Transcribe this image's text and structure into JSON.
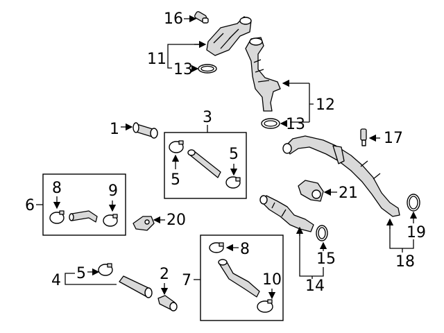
{
  "diagram": {
    "callouts": {
      "c1": "1",
      "c2": "2",
      "c3": "3",
      "c4": "4",
      "c5a": "5",
      "c5b": "5",
      "c5c": "5",
      "c6": "6",
      "c7": "7",
      "c8a": "8",
      "c8b": "8",
      "c9": "9",
      "c10": "10",
      "c11": "11",
      "c12": "12",
      "c13a": "13",
      "c13b": "13",
      "c14": "14",
      "c15": "15",
      "c16": "16",
      "c17": "17",
      "c18": "18",
      "c19": "19",
      "c20": "20",
      "c21": "21"
    }
  }
}
